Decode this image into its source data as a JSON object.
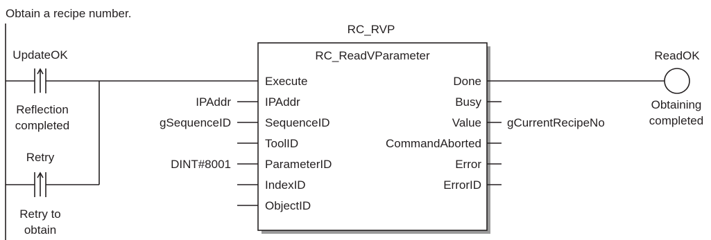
{
  "caption": "Obtain a recipe number.",
  "instance_name": "RC_RVP",
  "function_block": {
    "type_name": "RC_ReadVParameter",
    "inputs": [
      "Execute",
      "IPAddr",
      "SequenceID",
      "ToolID",
      "ParameterID",
      "IndexID",
      "ObjectID"
    ],
    "outputs": [
      "Done",
      "Busy",
      "Value",
      "CommandAborted",
      "Error",
      "ErrorID"
    ],
    "input_args": {
      "ipaddr": "IPAddr",
      "sequenceid": "gSequenceID",
      "parameterid": "DINT#8001"
    },
    "output_args": {
      "value": "gCurrentRecipeNo"
    }
  },
  "contact_update": {
    "variable": "UpdateOK",
    "comment_line1": "Reflection",
    "comment_line2": "completed"
  },
  "contact_retry": {
    "variable": "Retry",
    "comment_line1": "Retry to",
    "comment_line2": "obtain"
  },
  "coil": {
    "variable": "ReadOK",
    "comment_line1": "Obtaining",
    "comment_line2": "completed"
  }
}
